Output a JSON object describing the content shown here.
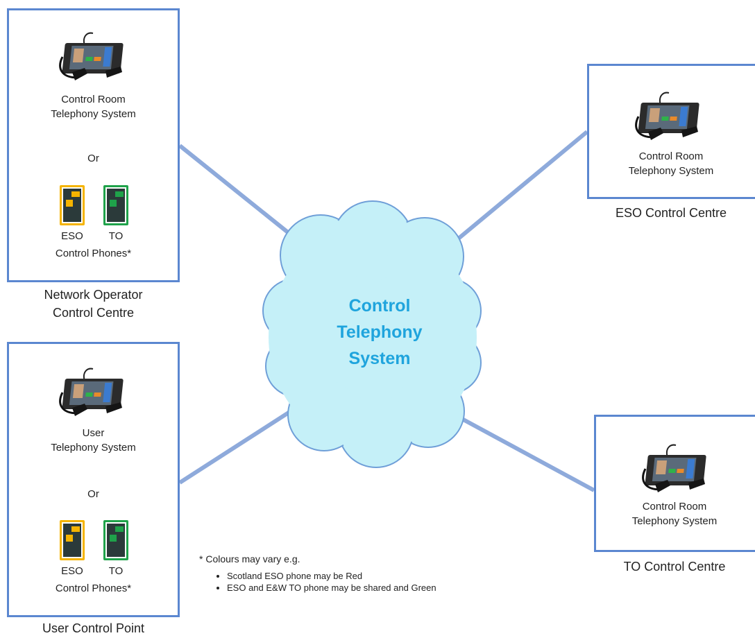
{
  "cloud": {
    "label_lines": [
      "Control",
      "Telephony",
      "System"
    ]
  },
  "network_operator": {
    "telephony_lines": [
      "Control  Room",
      "Telephony System"
    ],
    "or": "Or",
    "phone_eso": "ESO",
    "phone_to": "TO",
    "phones_label": "Control Phones*",
    "caption_lines": [
      "Network Operator",
      "Control Centre"
    ]
  },
  "user_point": {
    "telephony_lines": [
      "User",
      "Telephony System"
    ],
    "or": "Or",
    "phone_eso": "ESO",
    "phone_to": "TO",
    "phones_label": "Control Phones*",
    "caption": "User Control Point"
  },
  "eso_centre": {
    "telephony_lines": [
      "Control Room",
      "Telephony System"
    ],
    "caption": "ESO Control Centre"
  },
  "to_centre": {
    "telephony_lines": [
      "Control Room",
      "Telephony System"
    ],
    "caption": "TO Control Centre"
  },
  "note": {
    "heading": "* Colours may vary e.g.",
    "items": [
      "Scotland ESO phone may be Red",
      "ESO and E&W TO phone may be shared and Green"
    ]
  },
  "colors": {
    "box_border": "#5b87d0",
    "connector": "#8eaadb",
    "cloud_fill": "#c5f0f8",
    "cloud_stroke": "#6f9fd8",
    "cloud_text": "#1fa4dd",
    "eso_phone": "#f5b400",
    "to_phone": "#1fa24a"
  }
}
